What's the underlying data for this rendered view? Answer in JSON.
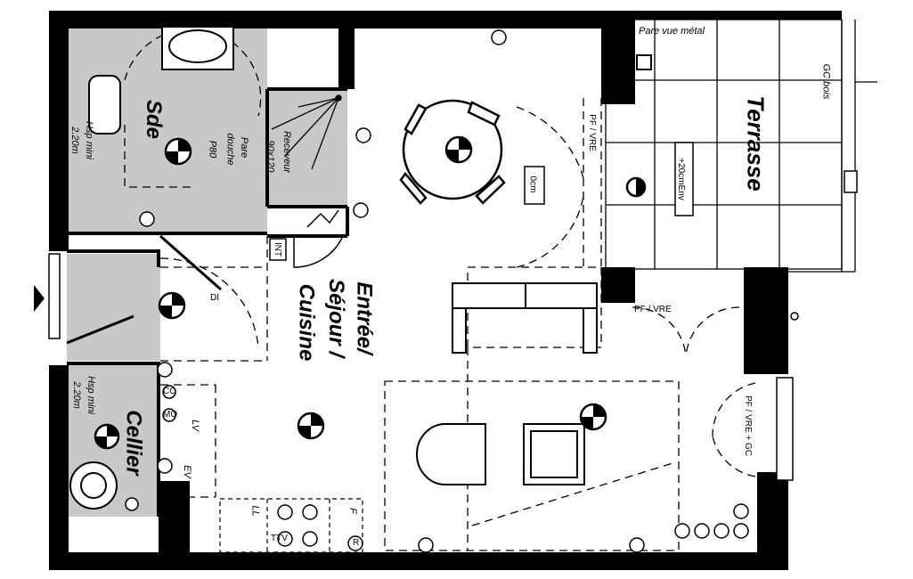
{
  "rooms": {
    "terrasse": "Terrasse",
    "sde": "Sde",
    "entree_line1": "Entrée/",
    "entree_line2": "Séjour /",
    "entree_line3": "Cuisine",
    "cellier": "Cellier"
  },
  "annotations": {
    "pare_vue": "Pare vue métal",
    "gc_bois": "GC bois",
    "pf_vre_top": "PF / VRE",
    "pf_vre_mid": "PF / VRE",
    "pf_vre_gc": "PF / VRE + GC",
    "zero_cm": "0cm",
    "plus20": "+20cmEnv",
    "hsp1_a": "Hsp mini",
    "hsp1_b": "2.20m",
    "hsp2_a": "Hsp mini",
    "hsp2_b": "2.20m",
    "pare_douche_a": "Pare",
    "pare_douche_b": "douche",
    "pare_douche_c": "P80",
    "receveur_a": "Receveur",
    "receveur_b": "90x120",
    "int": "INT",
    "di": "DI",
    "lv": "LV",
    "ev": "EV",
    "ll": "LL",
    "f": "F",
    "co": "CO",
    "mo": "MO",
    "ttv": "TTV",
    "r": "R"
  },
  "colors": {
    "wall": "#000000",
    "wet_room": "#c8c8c8",
    "line": "#000000"
  }
}
